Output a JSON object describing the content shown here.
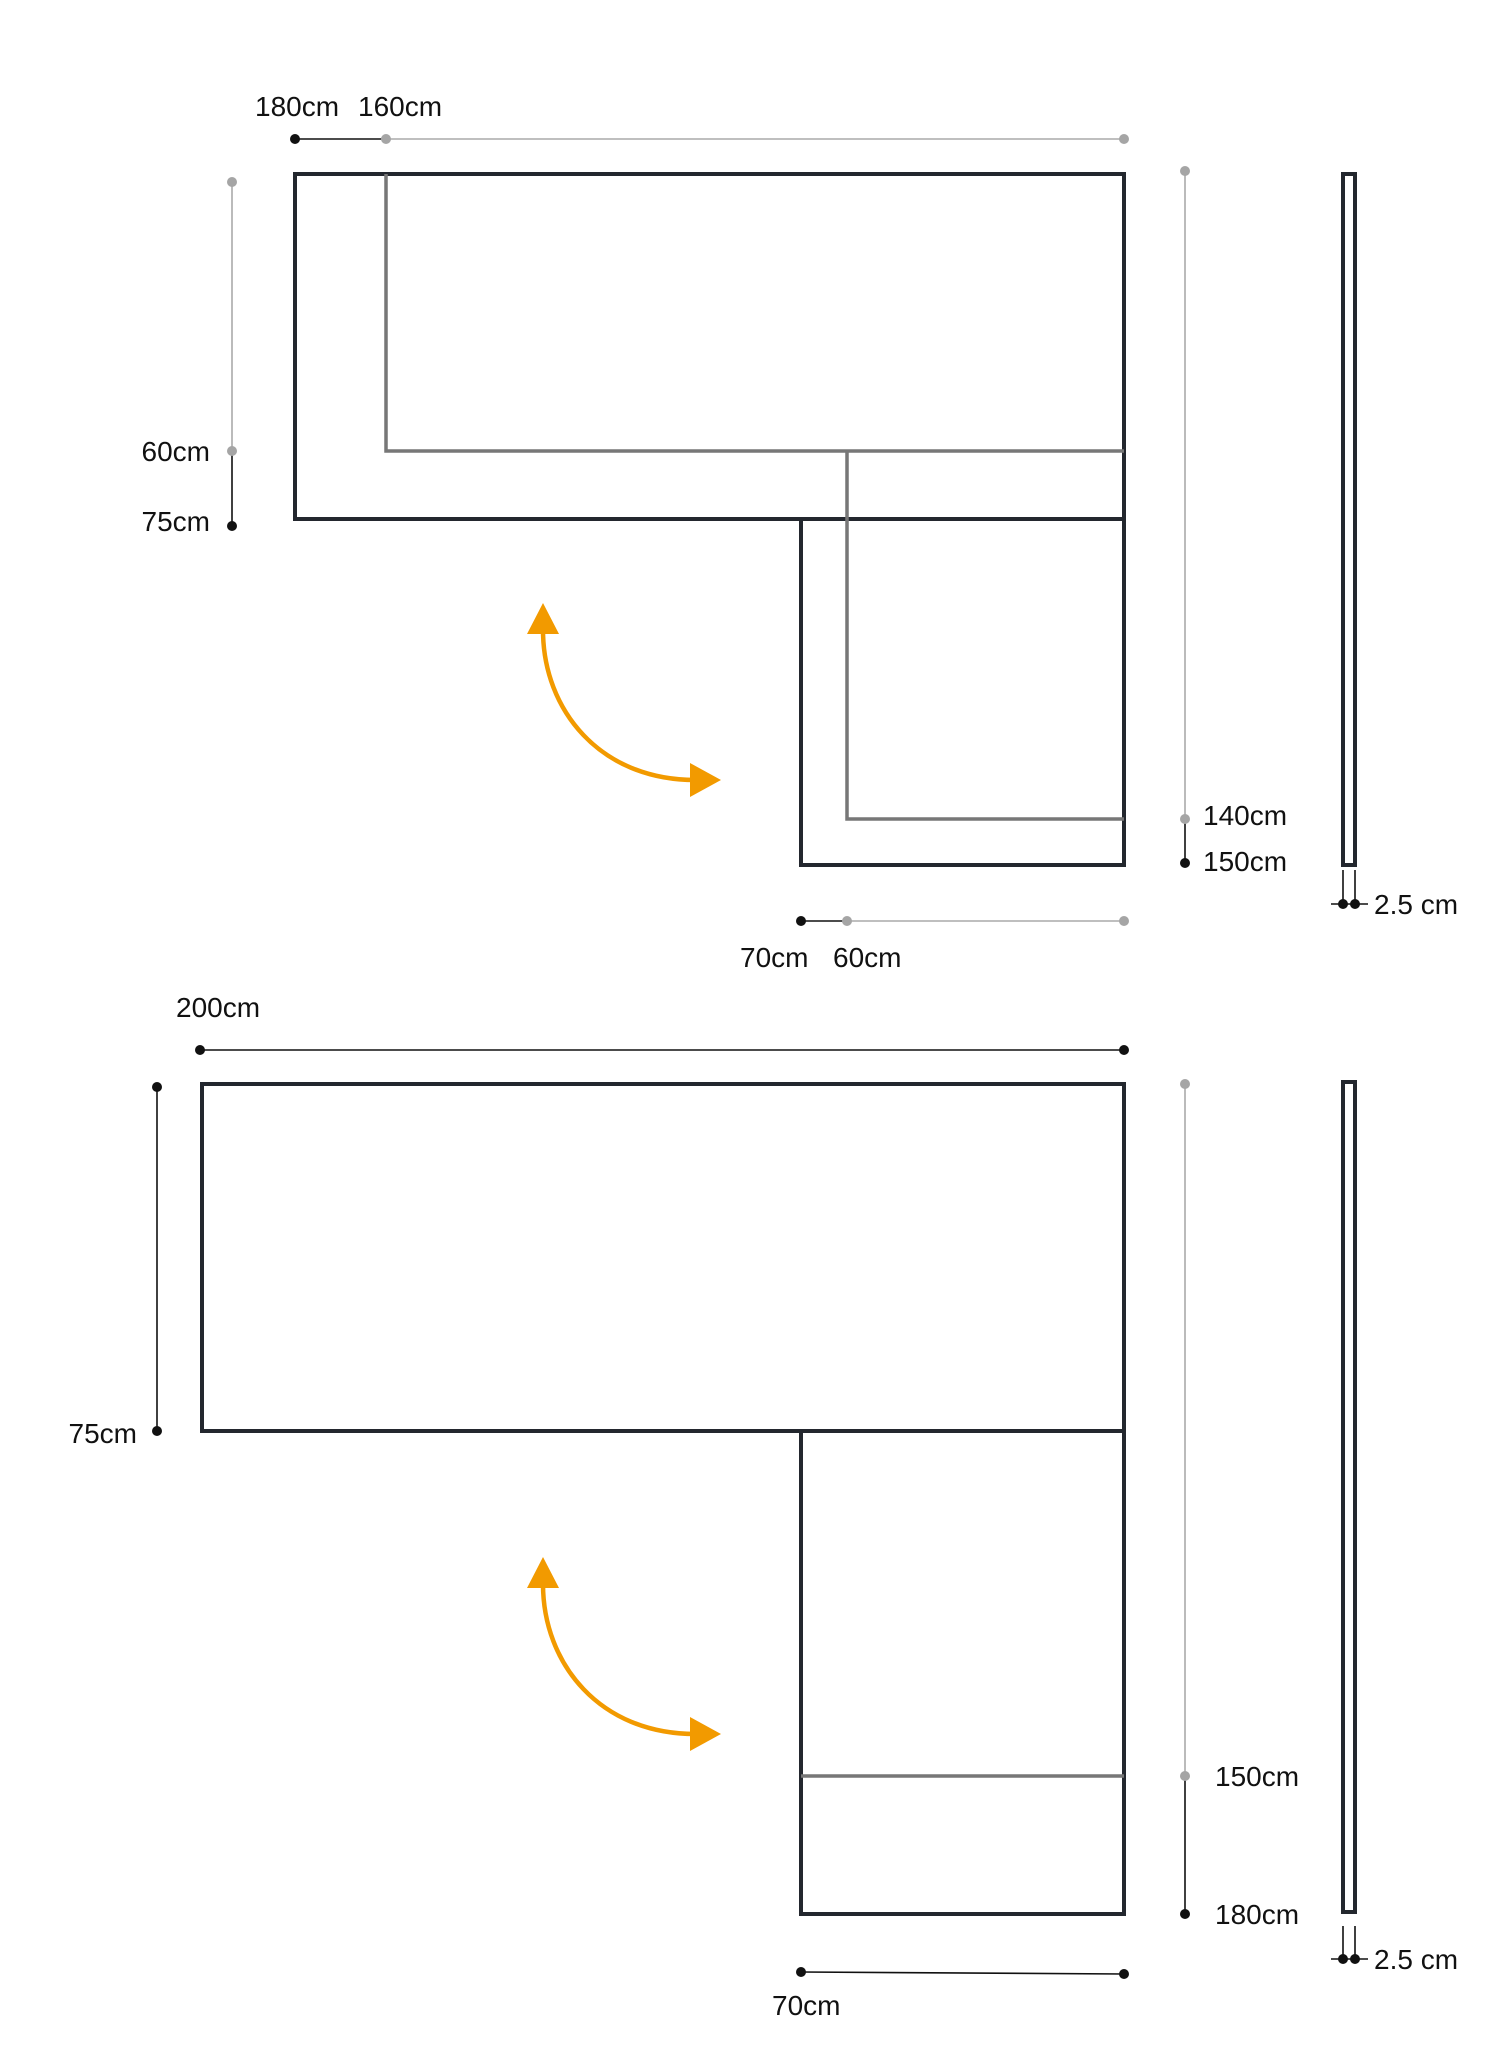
{
  "colors": {
    "outline": "#23272e",
    "inner": "#777777",
    "arrow": "#f29a00",
    "dim_gray": "#aaaaaa",
    "dim_black": "#111111"
  },
  "top_diagram": {
    "width_labels": [
      "180cm",
      "160cm"
    ],
    "depth_labels": [
      "60cm",
      "75cm"
    ],
    "length_labels": [
      "140cm",
      "150cm"
    ],
    "leg_width_labels": [
      "70cm",
      "60cm"
    ],
    "thickness_label": "2.5 cm"
  },
  "bottom_diagram": {
    "width_label": "200cm",
    "depth_label": "75cm",
    "length_labels": [
      "150cm",
      "180cm"
    ],
    "leg_width_label": "70cm",
    "thickness_label": "2.5 cm"
  }
}
